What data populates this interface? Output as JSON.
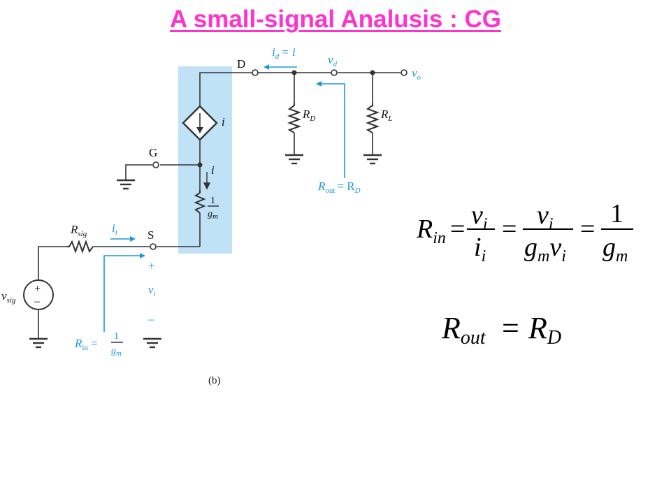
{
  "title": "A small-signal Analusis : CG",
  "colors": {
    "title": "#ff33cc",
    "accent": "#1b9ad6",
    "highlight": "#bfe2f7"
  },
  "circuit": {
    "node_d": "D",
    "node_g": "G",
    "node_s": "S",
    "id": "i",
    "id_sub": "d",
    "id_eq": "= i",
    "vd": "v",
    "vd_sub": "d",
    "vo": "v",
    "vo_sub": "o",
    "src_i": "i",
    "i_down": "i",
    "frac_num": "1",
    "frac_g": "g",
    "frac_m": "m",
    "rd": "R",
    "rd_sub": "D",
    "rl": "R",
    "rl_sub": "L",
    "rsig": "R",
    "rsig_sub": "sig",
    "ii": "i",
    "ii_sub": "i",
    "plus": "+",
    "vi": "v",
    "vi_sub": "i",
    "minus": "–",
    "vsig": "v",
    "vsig_sub": "sig",
    "src_plus": "+",
    "src_minus": "–",
    "rout_r": "R",
    "rout_sub": "out",
    "rout_eq": "= R",
    "rout_sub2": "D",
    "rin_r": "R",
    "rin_sub": "in",
    "rin_eq": "=",
    "rin_num": "1",
    "rin_g": "g",
    "rin_m": "m",
    "caption": "(b)"
  },
  "equations": {
    "rin": {
      "R": "R",
      "R_sub": "in",
      "eq1": "=",
      "v1": "v",
      "v1_sub": "i",
      "i1": "i",
      "i1_sub": "i",
      "eq2": "=",
      "v2": "v",
      "v2_sub": "i",
      "g2": "g",
      "g2_sub": "m",
      "v3": "v",
      "v3_sub": "i",
      "eq3": "=",
      "one": "1",
      "g4": "g",
      "g4_sub": "m"
    },
    "rout": {
      "R": "R",
      "R_sub": "out",
      "eq": "=",
      "R2": "R",
      "R2_sub": "D"
    }
  }
}
